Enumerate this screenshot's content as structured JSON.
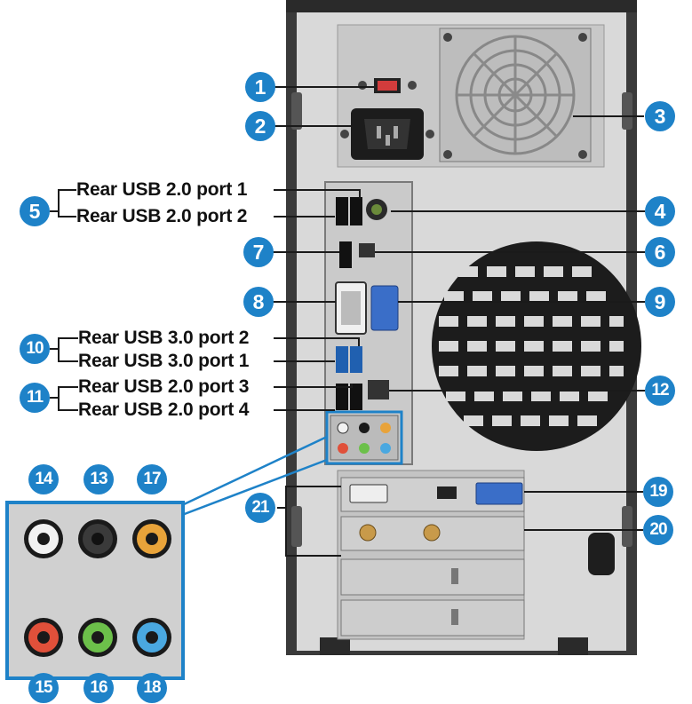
{
  "callouts": {
    "c1": "1",
    "c2": "2",
    "c3": "3",
    "c4": "4",
    "c5": "5",
    "c6": "6",
    "c7": "7",
    "c8": "8",
    "c9": "9",
    "c10": "10",
    "c11": "11",
    "c12": "12",
    "c13": "13",
    "c14": "14",
    "c15": "15",
    "c16": "16",
    "c17": "17",
    "c18": "18",
    "c19": "19",
    "c20": "20",
    "c21": "21"
  },
  "port_labels": {
    "usb20_port1": "Rear USB 2.0 port 1",
    "usb20_port2": "Rear USB 2.0 port 2",
    "usb30_port2": "Rear USB 3.0 port 2",
    "usb30_port1": "Rear USB 3.0 port 1",
    "usb20_port3": "Rear USB 2.0 port 3",
    "usb20_port4": "Rear USB 2.0 port 4"
  },
  "colors": {
    "callout_blue": "#1e82c8",
    "case_dark": "#3a3a3a",
    "panel_gray": "#d3d3d3",
    "audio_white": "#f2f2f2",
    "audio_black": "#1a1a1a",
    "audio_orange": "#e8a33a",
    "audio_red": "#e0503a",
    "audio_green": "#6cc04a",
    "audio_blue": "#4aa8e0",
    "usb30_blue": "#2060b0",
    "vga_blue": "#3a6ec8"
  }
}
